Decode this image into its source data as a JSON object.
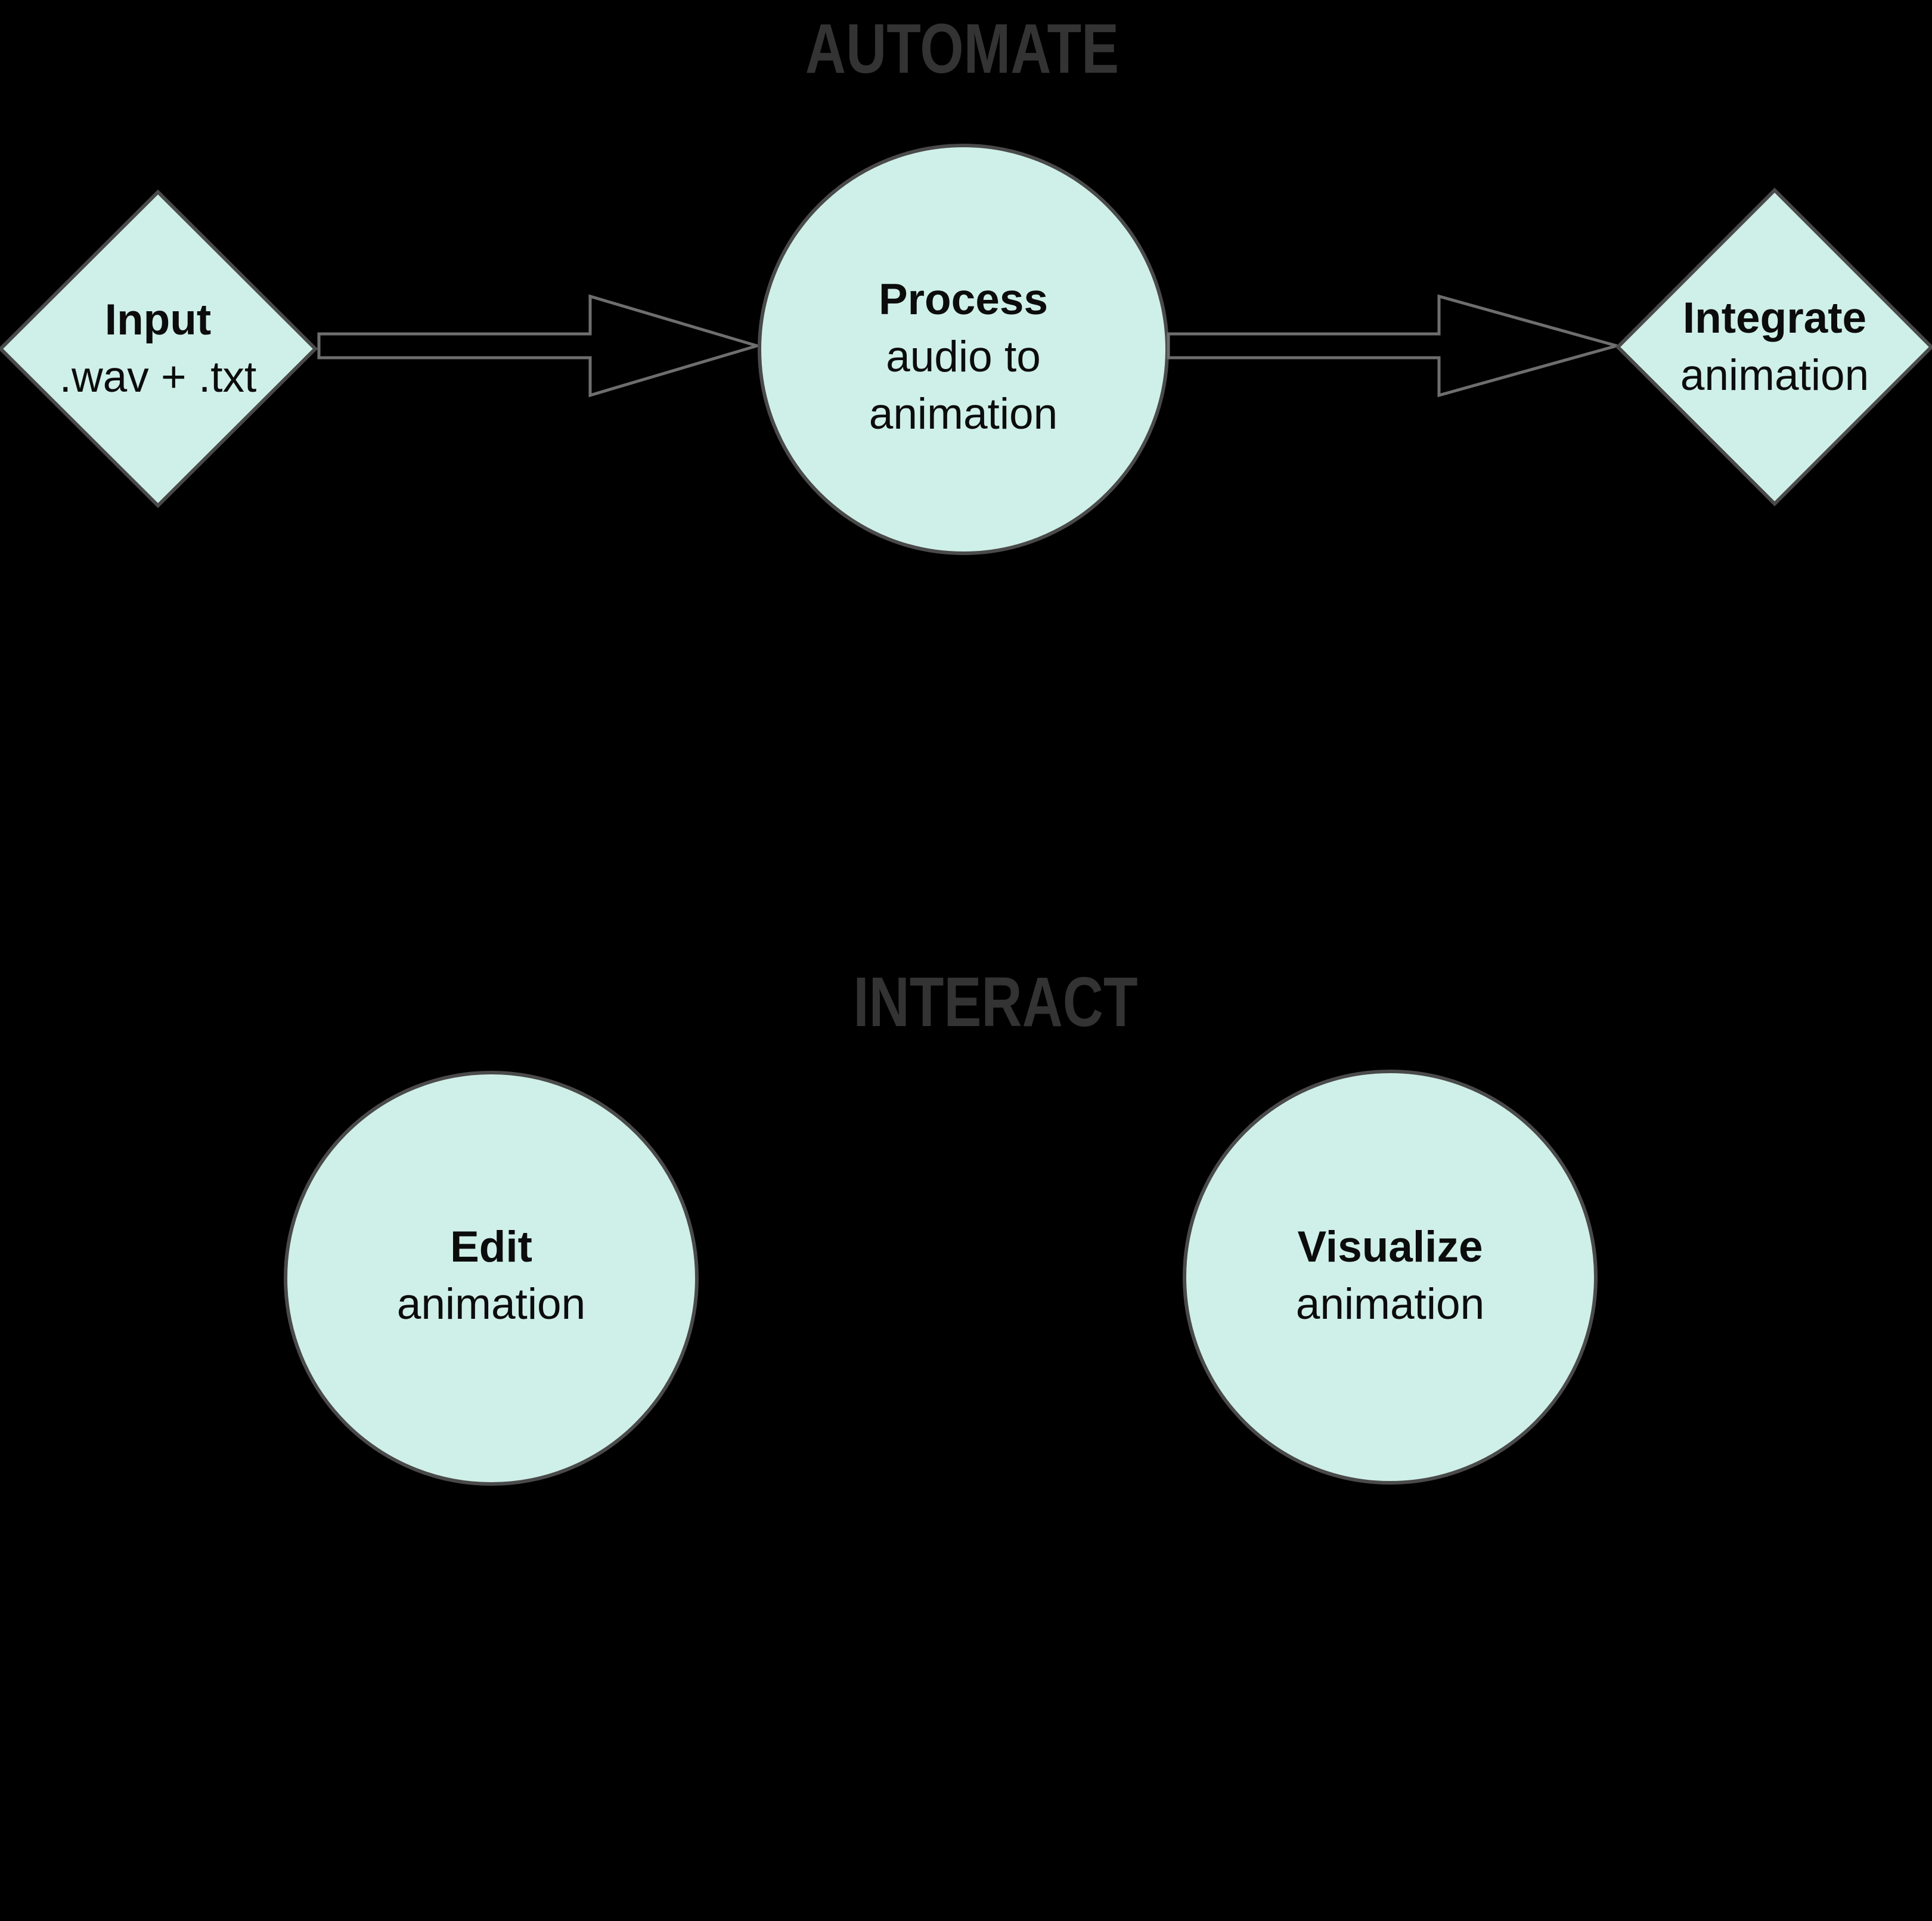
{
  "theme": {
    "background": "#000000",
    "node_fill": "#cff0e8",
    "node_border": "#4a4a4a",
    "arrow_outline": "#6e6e6e",
    "section_title_color": "#333333",
    "node_text_color": "#0c0c0c"
  },
  "sections": {
    "automate": {
      "title": "AUTOMATE"
    },
    "interact": {
      "title": "INTERACT"
    }
  },
  "nodes": {
    "input": {
      "shape": "diamond",
      "title": "Input",
      "subtitle": ".wav + .txt"
    },
    "process": {
      "shape": "circle",
      "title": "Process",
      "subtitle": "audio to animation"
    },
    "integrate": {
      "shape": "diamond",
      "title": "Integrate",
      "subtitle": "animation"
    },
    "edit": {
      "shape": "circle",
      "title": "Edit",
      "subtitle": "animation"
    },
    "visualize": {
      "shape": "circle",
      "title": "Visualize",
      "subtitle": "animation"
    }
  },
  "connections": [
    {
      "from": "input",
      "to": "process",
      "type": "block-arrow"
    },
    {
      "from": "process",
      "to": "integrate",
      "type": "block-arrow"
    }
  ]
}
